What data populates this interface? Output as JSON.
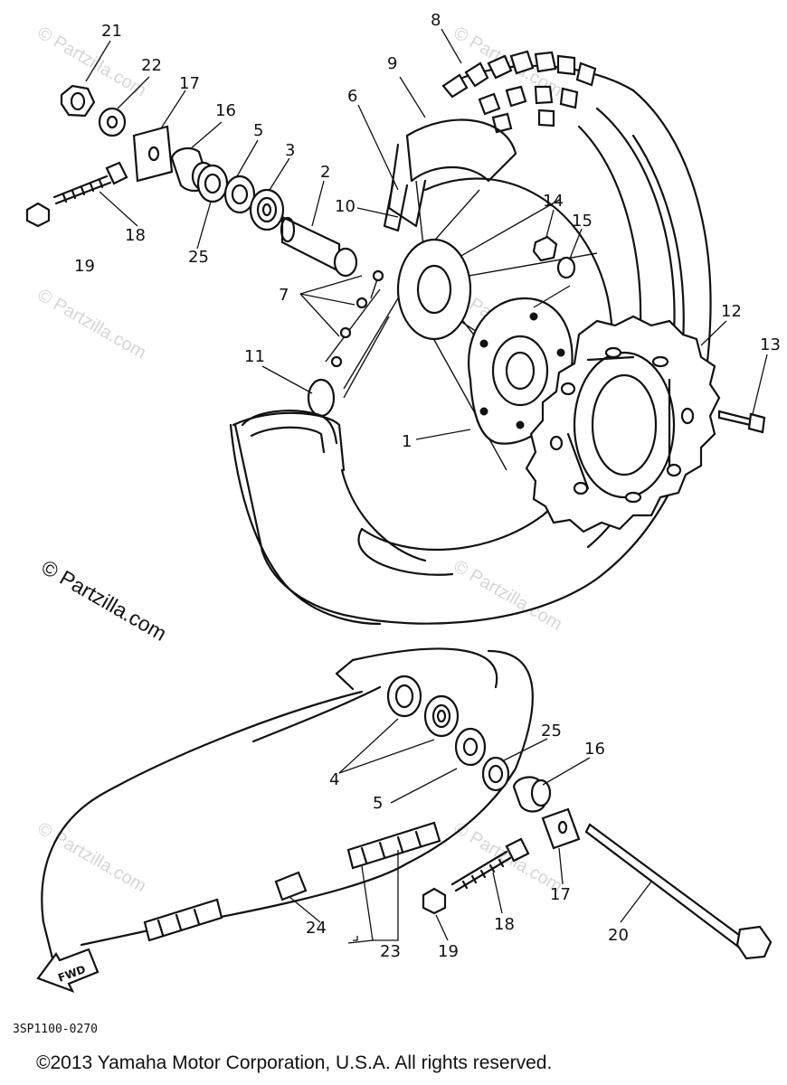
{
  "watermark": {
    "main": "© Partzilla.com",
    "faint": "© Partzilla.com"
  },
  "diagram_code": "3SP1100-0270",
  "copyright": "©2013 Yamaha Motor Corporation, U.S.A. All rights reserved.",
  "direction_tag": "FWD",
  "callouts": {
    "c1": "1",
    "c2": "2",
    "c3": "3",
    "c4": "4",
    "c5a": "5",
    "c5b": "5",
    "c6": "6",
    "c7": "7",
    "c8": "8",
    "c9": "9",
    "c10": "10",
    "c11": "11",
    "c12": "12",
    "c13": "13",
    "c14": "14",
    "c15": "15",
    "c16a": "16",
    "c16b": "16",
    "c17a": "17",
    "c17b": "17",
    "c18a": "18",
    "c18b": "18",
    "c19a": "19",
    "c19b": "19",
    "c20": "20",
    "c21": "21",
    "c22": "22",
    "c23": "23",
    "c24": "24",
    "c25a": "25",
    "c25b": "25"
  }
}
